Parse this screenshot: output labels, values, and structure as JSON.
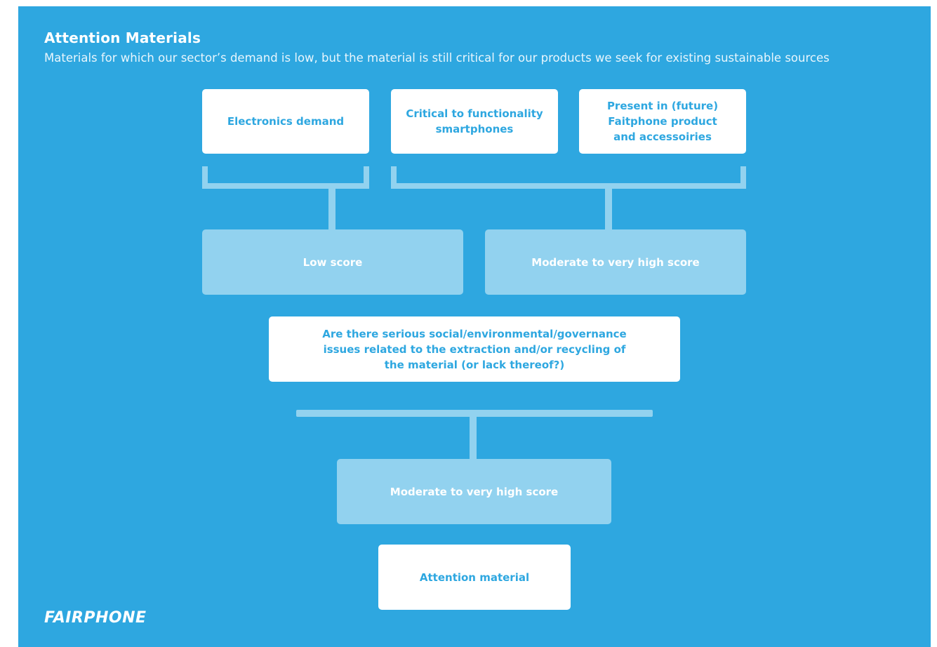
{
  "header": {
    "title": "Attention Materials",
    "subtitle": "Materials for which our sector’s demand is low, but the material is still critical for our products we seek for existing sustainable sources"
  },
  "criteria": [
    {
      "label": "Electronics demand"
    },
    {
      "label": "Critical to functionality\nsmartphones"
    },
    {
      "label": "Present in (future)\nFaitphone product\nand accessoiries"
    }
  ],
  "scores": {
    "low": "Low score",
    "moderate_high": "Moderate to very high score"
  },
  "question": "Are there serious social/environmental/governance\nissues related to the extraction and/or recycling of\nthe material (or lack thereof?)",
  "question_score": "Moderate to very high score",
  "result": "Attention material",
  "brand": "FAIRPHONE",
  "colors": {
    "background": "#2ea7e0",
    "box_white": "#ffffff",
    "box_light": "#92d2ef",
    "text_accent": "#2ea7e0"
  }
}
